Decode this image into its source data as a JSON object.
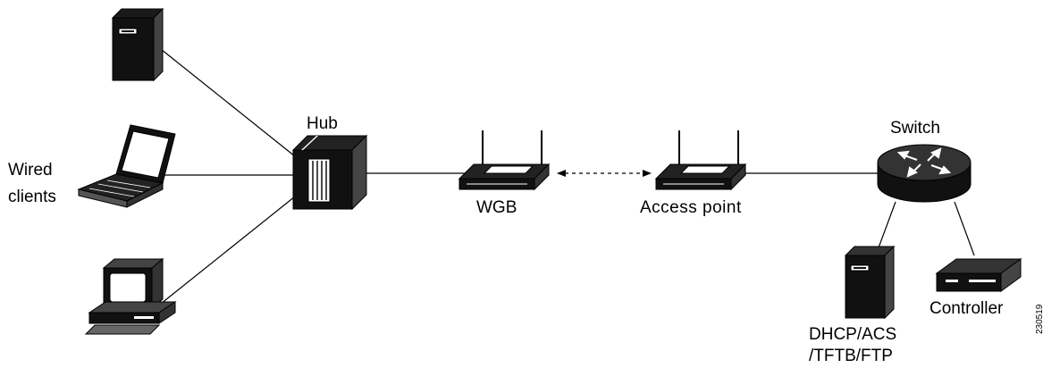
{
  "labels": {
    "wired_clients_line1": "Wired",
    "wired_clients_line2": "clients",
    "hub": "Hub",
    "wgb": "WGB",
    "access_point": "Access point",
    "switch": "Switch",
    "server_line1": "DHCP/ACS",
    "server_line2": "/TFTB/FTP",
    "controller": "Controller"
  },
  "figure_id": "230519",
  "nodes": [
    {
      "id": "tower-client",
      "icon": "tower-server-icon"
    },
    {
      "id": "laptop-client",
      "icon": "laptop-icon"
    },
    {
      "id": "desktop-client",
      "icon": "desktop-computer-icon"
    },
    {
      "id": "hub",
      "icon": "hub-icon"
    },
    {
      "id": "wgb",
      "icon": "wireless-router-icon"
    },
    {
      "id": "access-point",
      "icon": "wireless-router-icon"
    },
    {
      "id": "switch",
      "icon": "router-switch-icon"
    },
    {
      "id": "server",
      "icon": "tower-server-icon"
    },
    {
      "id": "controller",
      "icon": "controller-appliance-icon"
    }
  ],
  "links": [
    {
      "from": "tower-client",
      "to": "hub",
      "style": "solid"
    },
    {
      "from": "laptop-client",
      "to": "hub",
      "style": "solid"
    },
    {
      "from": "desktop-client",
      "to": "hub",
      "style": "solid"
    },
    {
      "from": "hub",
      "to": "wgb",
      "style": "solid"
    },
    {
      "from": "wgb",
      "to": "access-point",
      "style": "dashed-bidirectional"
    },
    {
      "from": "access-point",
      "to": "switch",
      "style": "solid"
    },
    {
      "from": "switch",
      "to": "server",
      "style": "solid"
    },
    {
      "from": "switch",
      "to": "controller",
      "style": "solid"
    }
  ]
}
